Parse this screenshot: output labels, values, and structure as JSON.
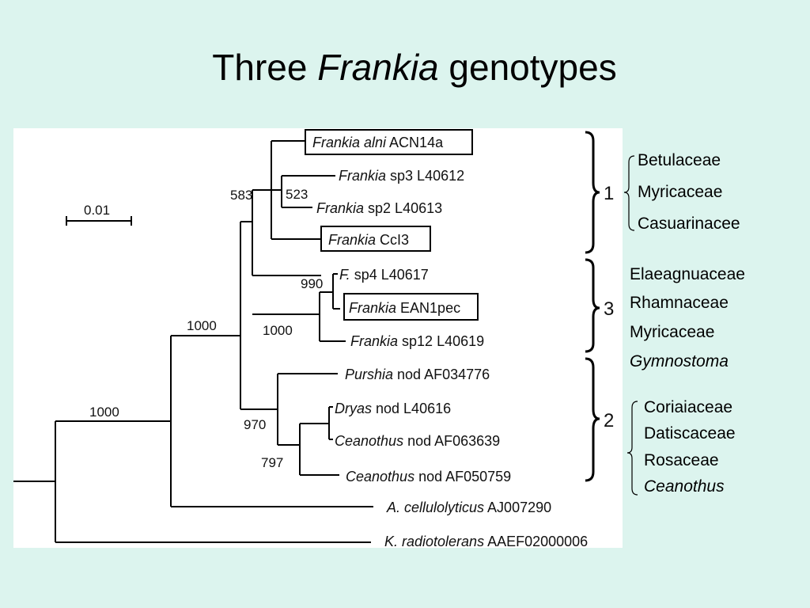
{
  "title": {
    "prefix": "Three ",
    "italic": "Frankia",
    "suffix": " genotypes"
  },
  "tree": {
    "scale_label": "0.01",
    "leaves": [
      {
        "italic": "Frankia alni",
        "rest": " ACN14a",
        "boxed": true
      },
      {
        "italic": "Frankia",
        "rest": " sp3 L40612",
        "boxed": false
      },
      {
        "italic": "Frankia",
        "rest": " sp2 L40613",
        "boxed": false
      },
      {
        "italic": "Frankia",
        "rest": " CcI3",
        "boxed": true
      },
      {
        "italic": "F.",
        "rest": " sp4 L40617",
        "boxed": false
      },
      {
        "italic": "Frankia",
        "rest": " EAN1pec",
        "boxed": true
      },
      {
        "italic": "Frankia",
        "rest": " sp12 L40619",
        "boxed": false
      },
      {
        "italic": "Purshia",
        "rest": " nod AF034776",
        "boxed": false
      },
      {
        "italic": "Dryas",
        "rest": " nod L40616",
        "boxed": false
      },
      {
        "italic": "Ceanothus",
        "rest": " nod AF063639",
        "boxed": false
      },
      {
        "italic": "Ceanothus",
        "rest": " nod AF050759",
        "boxed": false
      },
      {
        "italic": "A. cellulolyticus",
        "rest": " AJ007290",
        "boxed": false
      },
      {
        "italic": "K. radiotolerans",
        "rest": " AAEF02000006",
        "boxed": false
      }
    ],
    "supports": [
      "583",
      "523",
      "990",
      "1000",
      "1000",
      "970",
      "797",
      "1000"
    ],
    "groups": [
      "1",
      "3",
      "2"
    ]
  },
  "host_plants": {
    "group1": [
      {
        "name": "Betulaceae",
        "italic": false
      },
      {
        "name": "Myricaceae",
        "italic": false
      },
      {
        "name": "Casuarinacee",
        "italic": false
      }
    ],
    "group3": [
      {
        "name": "Elaeagnuaceae",
        "italic": false
      },
      {
        "name": "Rhamnaceae",
        "italic": false
      },
      {
        "name": "Myricaceae",
        "italic": false
      },
      {
        "name": "Gymnostoma",
        "italic": true
      }
    ],
    "group2": [
      {
        "name": "Coriaiaceae",
        "italic": false
      },
      {
        "name": "Datiscaceae",
        "italic": false
      },
      {
        "name": "Rosaceae",
        "italic": false
      },
      {
        "name": "Ceanothus",
        "italic": true
      }
    ]
  }
}
